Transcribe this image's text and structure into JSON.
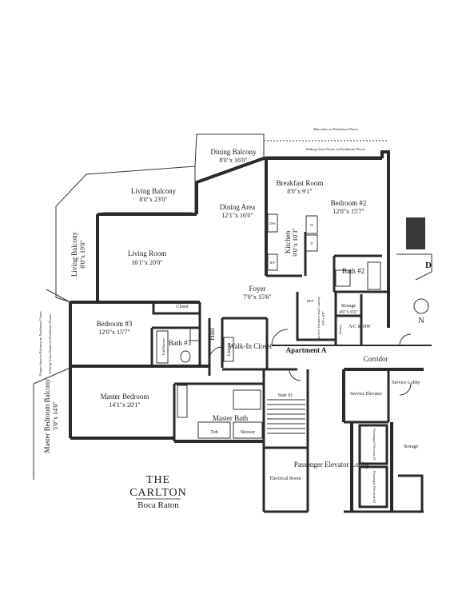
{
  "logo": {
    "line1": "THE",
    "line2": "CARLTON",
    "line3": "Boca Raton"
  },
  "notes": {
    "top_note": "Balconies on Penthouse Floors",
    "sliding_top": "Sliding Glass Doors on Penthouse Floors",
    "sliding_left": "Sliding Glass Doors on Penthouse Floors",
    "left_note": "Hinged door to Balcony on Penthouse Floors"
  },
  "rooms": {
    "dining_balcony": {
      "name": "Dining Balcony",
      "dim": "8'0\"x 16'0\""
    },
    "breakfast_room": {
      "name": "Breakfast Room",
      "dim": "8'0\"x 9'1\""
    },
    "living_balcony": {
      "name": "Living Balcony",
      "dim": "8'0\"x 23'0\""
    },
    "dining_area": {
      "name": "Dining Area",
      "dim": "12'1\"x 16'0\""
    },
    "bedroom2": {
      "name": "Bedroom #2",
      "dim": "12'0\"x 15'7\""
    },
    "living_balcony_side": {
      "name": "Living Balcony",
      "dim": "8'0\"x 19'0\""
    },
    "living_room": {
      "name": "Living Room",
      "dim": "16'1\"x 20'0\""
    },
    "kitchen": {
      "name": "Kitchen",
      "dim": "9'0\"x 10'3\""
    },
    "bath2": {
      "name": "Bath #2"
    },
    "foyer": {
      "name": "Foyer",
      "dim": "7'0\"x 15'6\""
    },
    "closet": {
      "name": "Closet"
    },
    "service_entrance": {
      "name": "Service Entrance and Laundry",
      "dim": "6'0\"x 8'0\""
    },
    "storage": {
      "name": "Storage",
      "dim": "4'6\"x 6'6\""
    },
    "bedroom3": {
      "name": "Bedroom #3",
      "dim": "12'0\"x 15'7\""
    },
    "bath3": {
      "name": "Bath #3"
    },
    "hall": {
      "name": "Hall"
    },
    "linens": {
      "name": "Linens"
    },
    "walk_in_closet": {
      "name": "Walk-In Closet"
    },
    "apartment_a": {
      "name": "Apartment A"
    },
    "pantry": {
      "name": "Pantry"
    },
    "ac_hw": {
      "name": "A/C & HW"
    },
    "corridor": {
      "name": "Corridor"
    },
    "master_bedroom_balcony": {
      "name": "Master Bedroom Balcony",
      "dim": "5'0\"x 14'0\""
    },
    "master_bedroom": {
      "name": "Master Bedroom",
      "dim": "14'1\"x 20'1\""
    },
    "master_bath": {
      "name": "Master Bath"
    },
    "tub": {
      "name": "Tub"
    },
    "shower": {
      "name": "Shower"
    },
    "tub_shower": {
      "name": "Tub/Shower"
    },
    "stair1": {
      "name": "Stair #1"
    },
    "service_lobby": {
      "name": "Service Lobby"
    },
    "service_elevator": {
      "name": "Service Elevator"
    },
    "storage_b": {
      "name": "Storage"
    },
    "passenger_elevator_lobby": {
      "name": "Passenger Elevator Lobby"
    },
    "passenger_elevator_1": {
      "name": "Passenger Elevator #1"
    },
    "passenger_elevator_2": {
      "name": "Passenger Elevator #2"
    },
    "electrical_room": {
      "name": "Electrical Room"
    }
  },
  "fixtures": {
    "dw": "DW",
    "rf": "R/F",
    "w": "W",
    "d": "D",
    "ref": "REF"
  },
  "compass": {
    "letter": "N"
  },
  "adjacent_letter": "D"
}
